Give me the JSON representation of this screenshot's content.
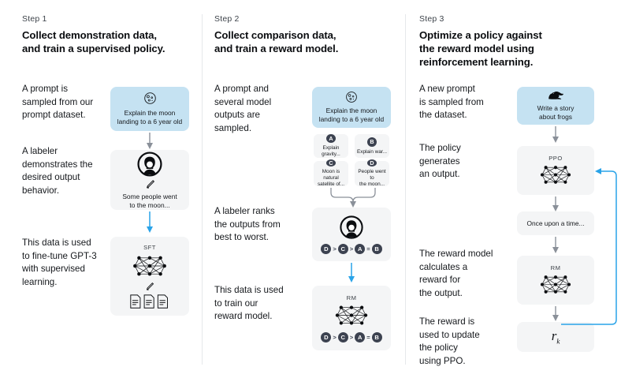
{
  "diagram": {
    "title": "InstructGPT RLHF three-step training diagram",
    "colors": {
      "prompt_box": "#c5e2f2",
      "node_box": "#f4f5f6",
      "grey_arrow": "#8a9099",
      "blue_arrow": "#29a3e8",
      "badge": "#3c4250",
      "divider": "#e6e8eb",
      "text": "#111418"
    }
  },
  "steps": [
    {
      "label": "Step 1",
      "heading_line1": "Collect demonstration data,",
      "heading_line2": "and train a supervised policy.",
      "blurbs": [
        "A prompt is\nsampled from our\nprompt dataset.",
        "A labeler\ndemonstrates the\ndesired output\nbehavior.",
        "This data is used\nto fine-tune GPT-3\nwith supervised\nlearning."
      ],
      "nodes": {
        "prompt": {
          "icon": "moon-icon",
          "caption": "Explain the moon\nlanding to a 6 year old"
        },
        "demo": {
          "icon": "labeler-icon",
          "caption": "Some people went\nto the moon..."
        },
        "model": {
          "tag": "SFT",
          "icon": "neural-network-icon"
        }
      }
    },
    {
      "label": "Step 2",
      "heading_line1": "Collect comparison data,",
      "heading_line2": "and train a reward model.",
      "blurbs": [
        "A prompt and\nseveral model\noutputs are\nsampled.",
        "A labeler ranks\nthe outputs from\nbest to worst.",
        "This data is used\nto train our\nreward model."
      ],
      "nodes": {
        "prompt": {
          "icon": "moon-icon",
          "caption": "Explain the moon\nlanding to a 6 year old"
        },
        "options": [
          {
            "badge": "A",
            "text": "Explain gravity..."
          },
          {
            "badge": "B",
            "text": "Explain war..."
          },
          {
            "badge": "C",
            "text": "Moon is natural\nsatellite of..."
          },
          {
            "badge": "D",
            "text": "People went to\nthe moon..."
          }
        ],
        "ranking": {
          "icon": "labeler-icon",
          "order": [
            "D",
            ">",
            "C",
            ">",
            "A",
            "=",
            "B"
          ]
        },
        "reward_model": {
          "tag": "RM",
          "icon": "neural-network-icon",
          "order": [
            "D",
            ">",
            "C",
            ">",
            "A",
            "=",
            "B"
          ]
        }
      }
    },
    {
      "label": "Step 3",
      "heading_line1": "Optimize a policy against",
      "heading_line2": "the reward model using",
      "heading_line3": "reinforcement learning.",
      "blurbs": [
        "A new prompt\nis sampled from\nthe dataset.",
        "The policy\ngenerates\nan output.",
        "The reward model\ncalculates a\nreward for\nthe output.",
        "The reward is\nused to update\nthe policy\nusing PPO."
      ],
      "nodes": {
        "prompt": {
          "icon": "frog-icon",
          "caption": "Write a story\nabout frogs"
        },
        "policy": {
          "tag": "PPO",
          "icon": "neural-network-icon"
        },
        "output": {
          "caption": "Once upon a time..."
        },
        "reward_model": {
          "tag": "RM",
          "icon": "neural-network-icon"
        },
        "reward": {
          "symbol": "r",
          "subscript": "k"
        }
      }
    }
  ]
}
